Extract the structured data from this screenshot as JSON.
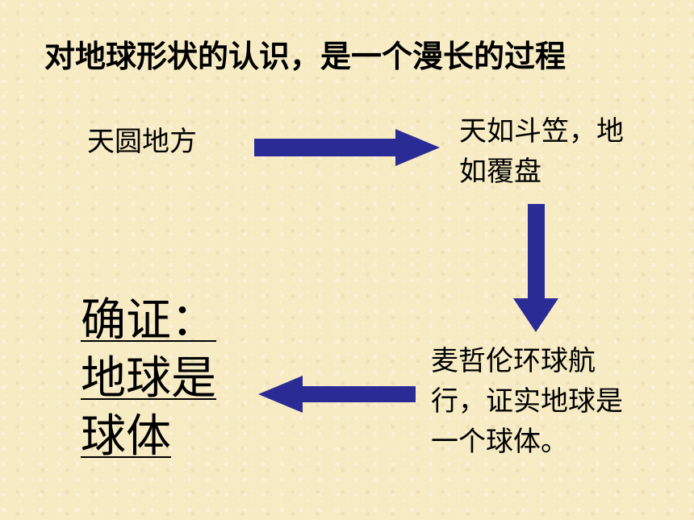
{
  "title": "对地球形状的认识，是一个漫长的过程",
  "nodes": {
    "start": "天圆地方",
    "second": "天如斗笠，地如覆盘",
    "third": "麦哲伦环球航行，证实地球是一个球体。"
  },
  "conclusion": {
    "line1": "确证：",
    "line2": "地球是",
    "line3": "球体"
  },
  "colors": {
    "arrow": "#2b2b96",
    "background": "#f7ebc4"
  }
}
